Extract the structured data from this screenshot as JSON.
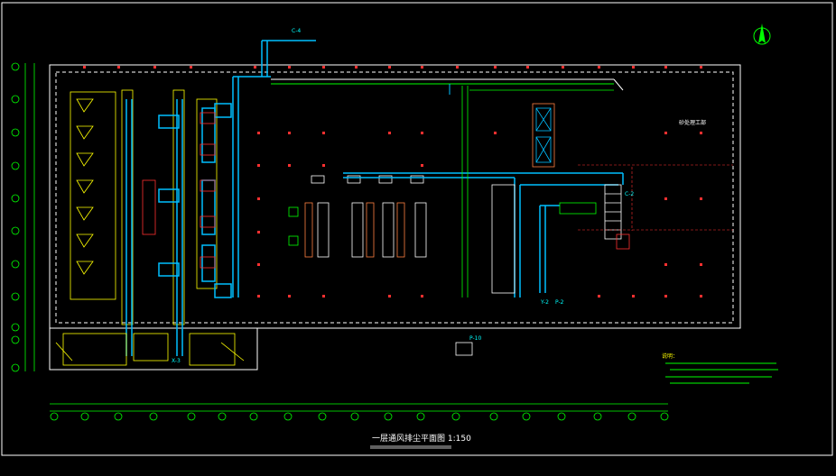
{
  "drawing": {
    "title": "一层通风排尘平面图 1:150",
    "workshop_label": "砂处理工部",
    "notes_heading": "说明：",
    "equipment_tags": {
      "c4": "C-4",
      "c2": "C-2",
      "p10": "P-10",
      "x3": "X-3",
      "y2": "Y-2",
      "p2": "P-2"
    },
    "north_arrow": "north-arrow"
  },
  "colors": {
    "background": "#000000",
    "walls": "#ffffff",
    "ducts": "#00bfff",
    "columns": "#ff3030",
    "grid_lines": "#00ff00",
    "dimensions": "#00ff00",
    "equipment": "#ffff00",
    "annotation": "#ffff00"
  }
}
